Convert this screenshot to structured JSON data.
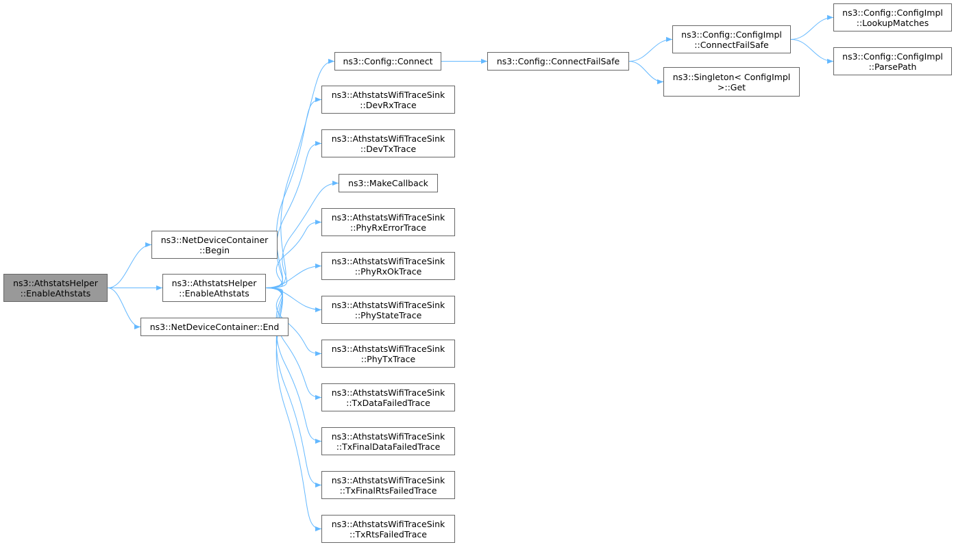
{
  "diagram": {
    "edge_color": "#63b8ff",
    "root_fill": "#999999",
    "nodes": [
      {
        "id": "root",
        "lines": [
          "ns3::AthstatsHelper",
          "::EnableAthstats"
        ]
      },
      {
        "id": "ndc_begin",
        "lines": [
          "ns3::NetDeviceContainer",
          "::Begin"
        ]
      },
      {
        "id": "enable2",
        "lines": [
          "ns3::AthstatsHelper",
          "::EnableAthstats"
        ]
      },
      {
        "id": "ndc_end",
        "lines": [
          "ns3::NetDeviceContainer::End"
        ]
      },
      {
        "id": "cfg_connect",
        "lines": [
          "ns3::Config::Connect"
        ]
      },
      {
        "id": "devrx",
        "lines": [
          "ns3::AthstatsWifiTraceSink",
          "::DevRxTrace"
        ]
      },
      {
        "id": "devtx",
        "lines": [
          "ns3::AthstatsWifiTraceSink",
          "::DevTxTrace"
        ]
      },
      {
        "id": "makecb",
        "lines": [
          "ns3::MakeCallback"
        ]
      },
      {
        "id": "phyrxerr",
        "lines": [
          "ns3::AthstatsWifiTraceSink",
          "::PhyRxErrorTrace"
        ]
      },
      {
        "id": "phyrxok",
        "lines": [
          "ns3::AthstatsWifiTraceSink",
          "::PhyRxOkTrace"
        ]
      },
      {
        "id": "phystate",
        "lines": [
          "ns3::AthstatsWifiTraceSink",
          "::PhyStateTrace"
        ]
      },
      {
        "id": "phytx",
        "lines": [
          "ns3::AthstatsWifiTraceSink",
          "::PhyTxTrace"
        ]
      },
      {
        "id": "txdatafail",
        "lines": [
          "ns3::AthstatsWifiTraceSink",
          "::TxDataFailedTrace"
        ]
      },
      {
        "id": "txfinaldatafail",
        "lines": [
          "ns3::AthstatsWifiTraceSink",
          "::TxFinalDataFailedTrace"
        ]
      },
      {
        "id": "txfinalrtsfail",
        "lines": [
          "ns3::AthstatsWifiTraceSink",
          "::TxFinalRtsFailedTrace"
        ]
      },
      {
        "id": "txrtsfail",
        "lines": [
          "ns3::AthstatsWifiTraceSink",
          "::TxRtsFailedTrace"
        ]
      },
      {
        "id": "cfg_connectfs",
        "lines": [
          "ns3::Config::ConnectFailSafe"
        ]
      },
      {
        "id": "cfgimpl_connectfs",
        "lines": [
          "ns3::Config::ConfigImpl",
          "::ConnectFailSafe"
        ]
      },
      {
        "id": "singleton_get",
        "lines": [
          "ns3::Singleton< ConfigImpl",
          ">::Get"
        ]
      },
      {
        "id": "lookupmatches",
        "lines": [
          "ns3::Config::ConfigImpl",
          "::LookupMatches"
        ]
      },
      {
        "id": "parsepath",
        "lines": [
          "ns3::Config::ConfigImpl",
          "::ParsePath"
        ]
      }
    ],
    "edges": [
      [
        "root",
        "ndc_begin"
      ],
      [
        "root",
        "enable2"
      ],
      [
        "root",
        "ndc_end"
      ],
      [
        "enable2",
        "cfg_connect"
      ],
      [
        "enable2",
        "devrx"
      ],
      [
        "enable2",
        "devtx"
      ],
      [
        "enable2",
        "makecb"
      ],
      [
        "enable2",
        "phyrxerr"
      ],
      [
        "enable2",
        "phyrxok"
      ],
      [
        "enable2",
        "phystate"
      ],
      [
        "enable2",
        "phytx"
      ],
      [
        "enable2",
        "txdatafail"
      ],
      [
        "enable2",
        "txfinaldatafail"
      ],
      [
        "enable2",
        "txfinalrtsfail"
      ],
      [
        "enable2",
        "txrtsfail"
      ],
      [
        "cfg_connect",
        "cfg_connectfs"
      ],
      [
        "cfg_connectfs",
        "cfgimpl_connectfs"
      ],
      [
        "cfg_connectfs",
        "singleton_get"
      ],
      [
        "cfgimpl_connectfs",
        "lookupmatches"
      ],
      [
        "cfgimpl_connectfs",
        "parsepath"
      ]
    ]
  }
}
